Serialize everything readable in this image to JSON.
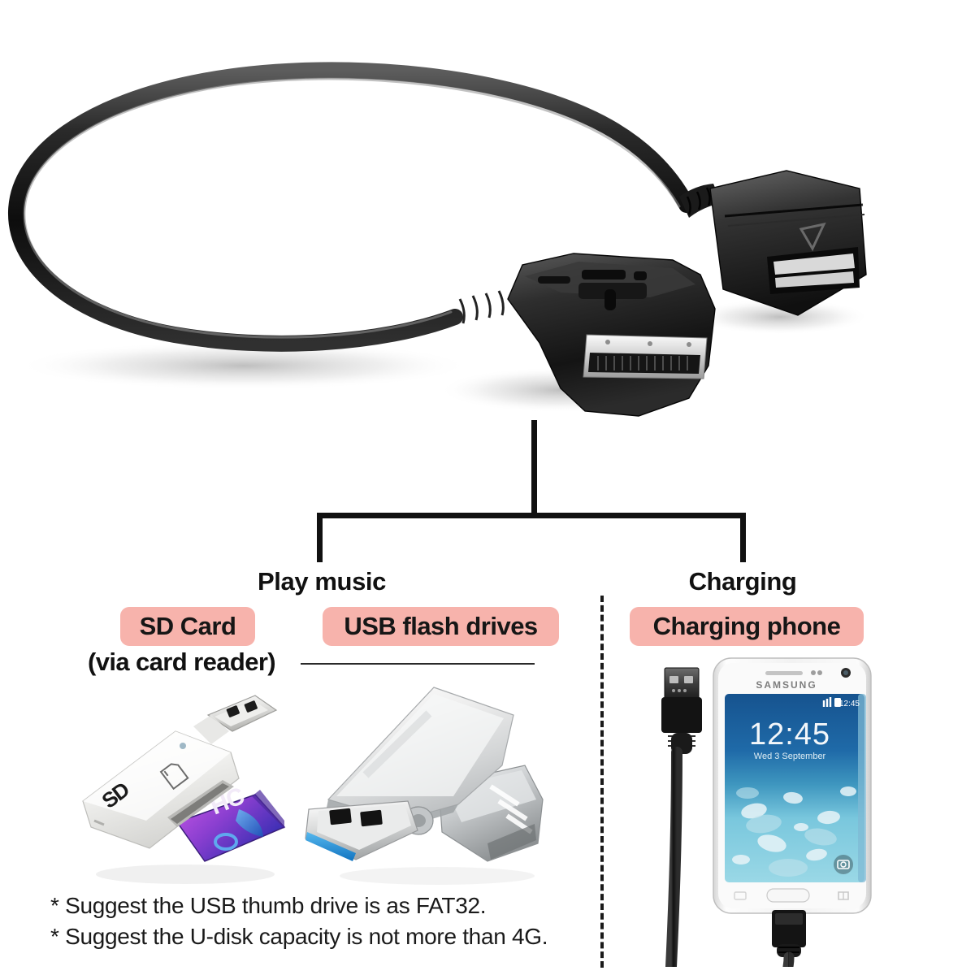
{
  "page": {
    "background_color": "#ffffff",
    "accent_badge_color": "#f7b3ac",
    "line_color": "#111111"
  },
  "hero": {
    "product_name": "ami-mdi-to-usb-adapter-cable",
    "description_icons": [
      "coiled-black-cable",
      "ami-mdi-male-connector",
      "usb-a-female-connector"
    ]
  },
  "categories": [
    {
      "id": "play-music",
      "label": "Play music"
    },
    {
      "id": "charging",
      "label": "Charging"
    }
  ],
  "badges": {
    "sd_card": "SD Card",
    "usb_flash_drives": "USB flash drives",
    "charging_phone": "Charging phone"
  },
  "captions": {
    "via_card_reader": "(via card reader)"
  },
  "footnotes": [
    "* Suggest the USB thumb drive is as FAT32.",
    "* Suggest the U-disk capacity is not more than 4G."
  ],
  "products": {
    "card_reader": {
      "name": "sd-card-reader",
      "body_color": "#f2f2f0",
      "logo_text": "SD",
      "card_color_start": "#b948d8",
      "card_color_end": "#2f2fae",
      "card_text": "HC"
    },
    "usb_drive": {
      "name": "usb-flash-drive",
      "body_color": "#d7d9da",
      "connector_insert_color": "#2e9fe0"
    },
    "phone": {
      "name": "samsung-phone",
      "brand": "SAMSUNG",
      "lock_time": "12:45",
      "lock_date": "Wed 3 September",
      "status_time": "12:45",
      "body_color": "#f4f4f4",
      "screen_top_color": "#1f5f9e",
      "screen_bottom_color": "#7fc9dd",
      "cable_color": "#1c1c1c"
    }
  }
}
